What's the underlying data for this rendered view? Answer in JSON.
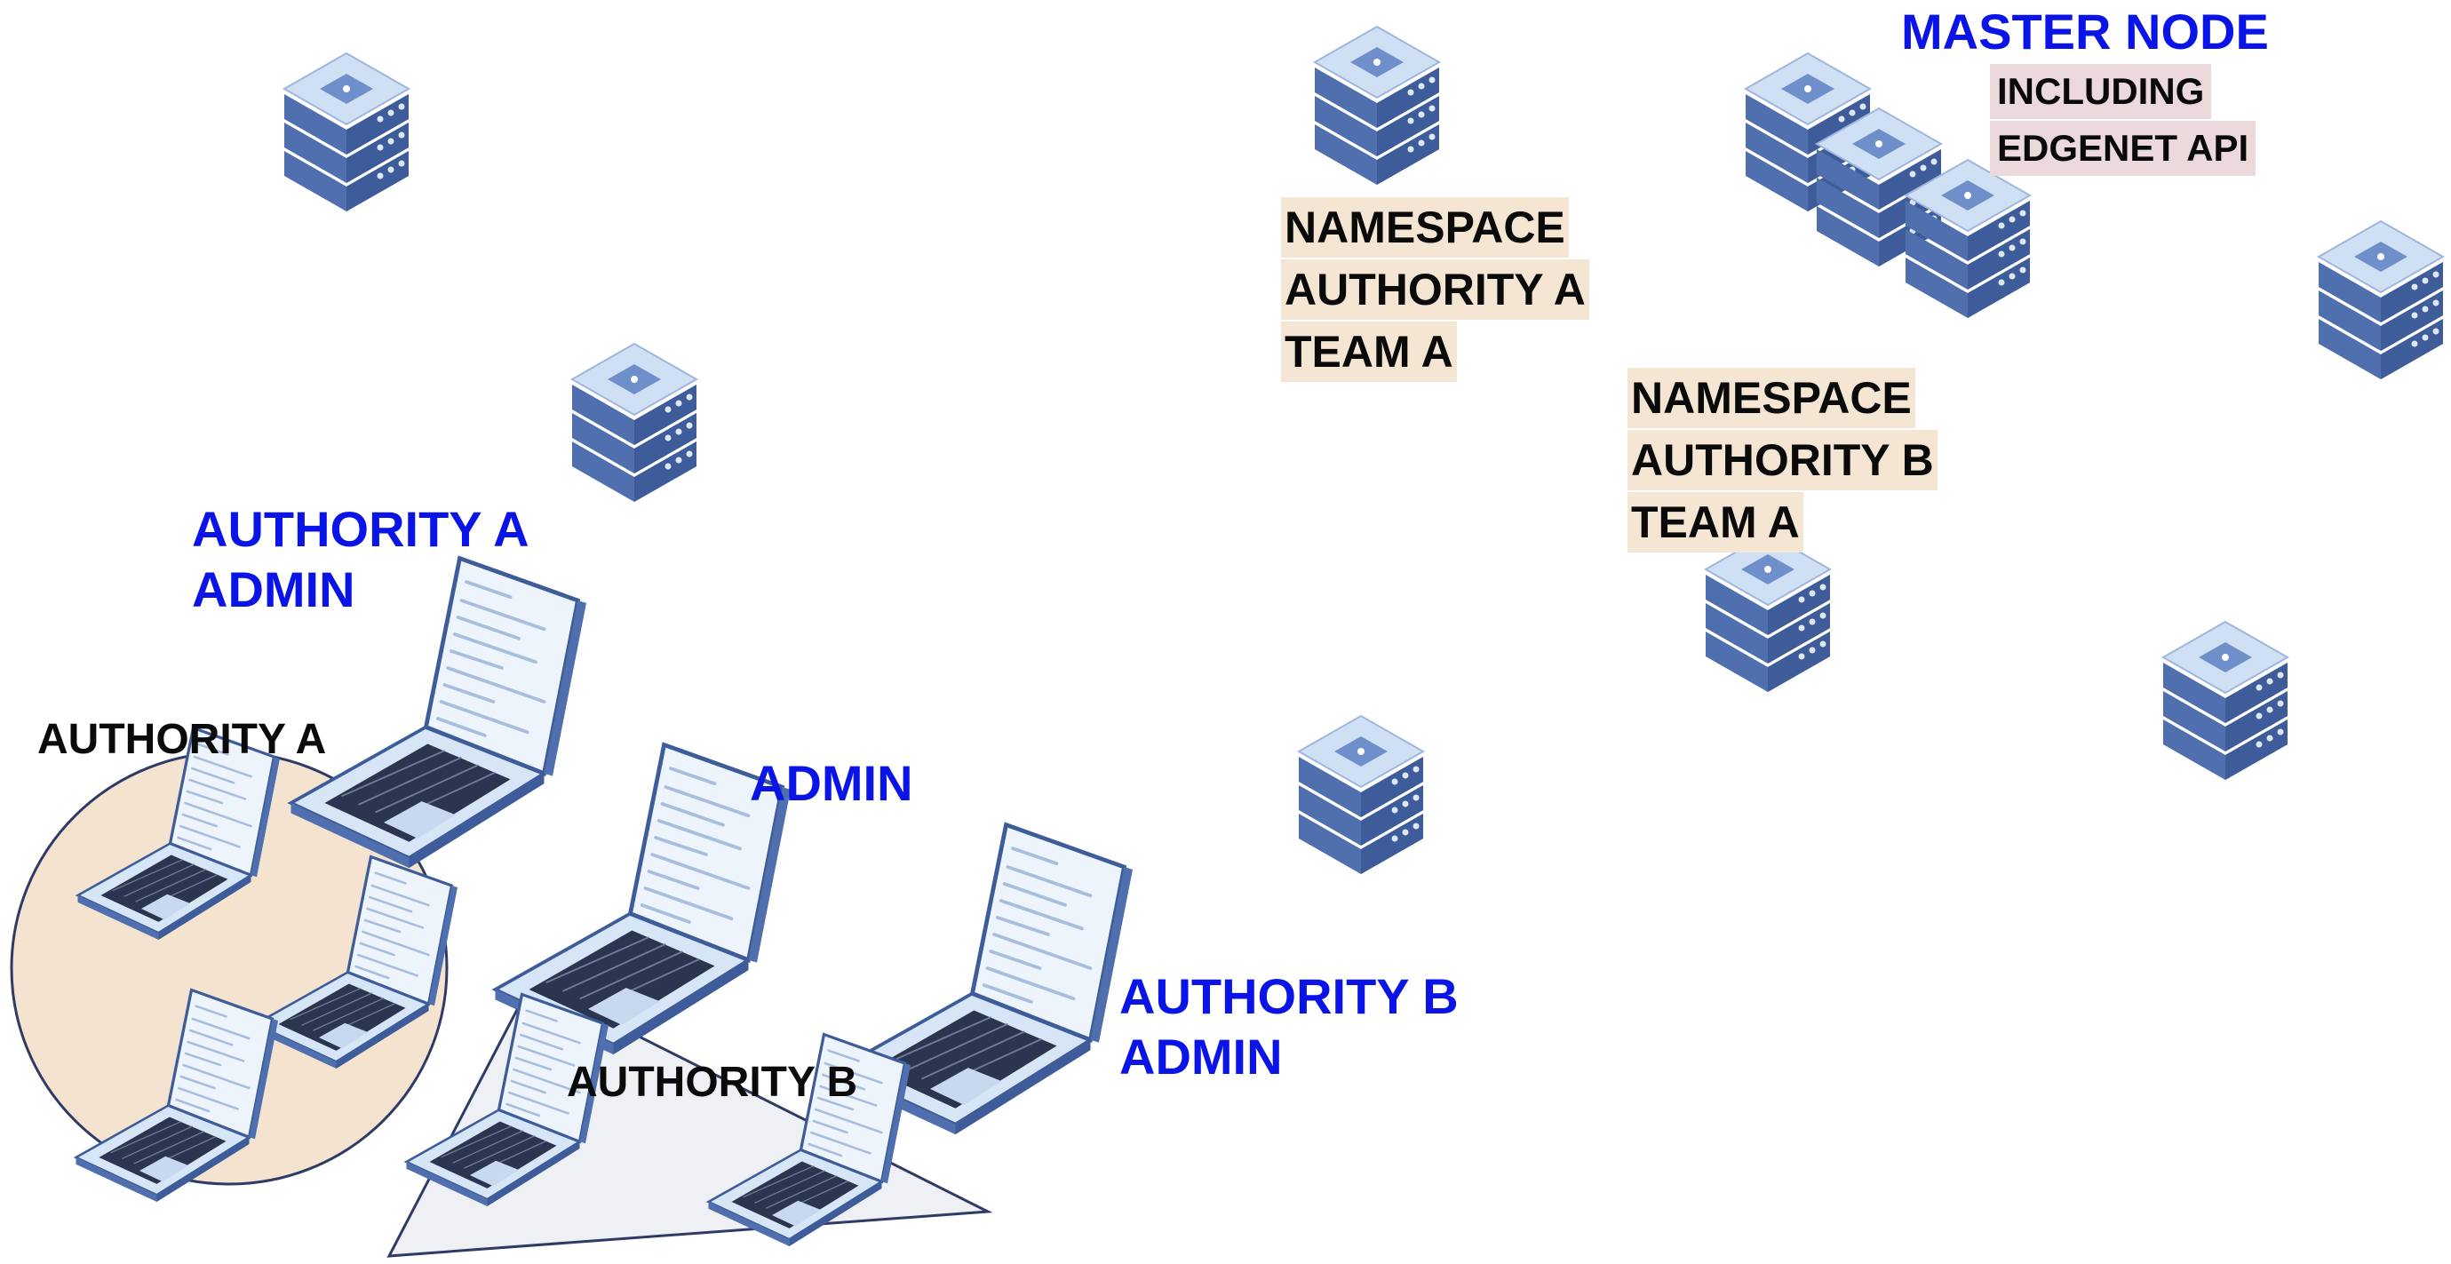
{
  "diagram": {
    "master_node": {
      "title": "MASTER NODE",
      "subtitle_lines": [
        "INCLUDING",
        "EDGENET API"
      ]
    },
    "namespaces": [
      {
        "lines": [
          "NAMESPACE",
          "AUTHORITY A",
          "TEAM A"
        ]
      },
      {
        "lines": [
          "NAMESPACE",
          "AUTHORITY B",
          "TEAM A"
        ]
      }
    ],
    "admins": [
      {
        "lines": [
          "AUTHORITY A",
          "ADMIN"
        ]
      },
      {
        "lines": [
          "ADMIN"
        ]
      },
      {
        "lines": [
          "AUTHORITY B",
          "ADMIN"
        ]
      }
    ],
    "groups": [
      {
        "label": "AUTHORITY A",
        "shape": "circle",
        "fill": "#f3e3cf"
      },
      {
        "label": "AUTHORITY B",
        "shape": "triangle",
        "fill": "#eef0f3"
      }
    ],
    "icons": {
      "server": "server-stack-icon",
      "laptop": "laptop-icon"
    },
    "colors": {
      "admin_label": "#0a14e6",
      "namespace_bg": "#f5e6d3",
      "master_bg": "#ecd9dc",
      "server": "#5b7fbf"
    }
  }
}
